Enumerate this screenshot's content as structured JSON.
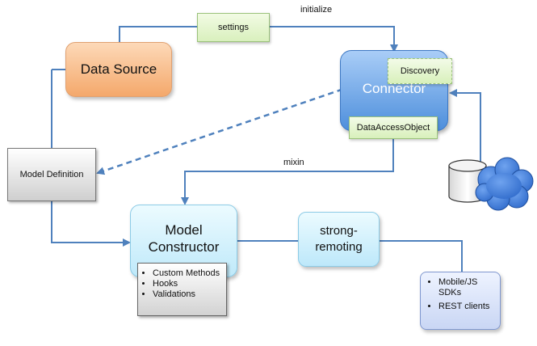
{
  "labels": {
    "initialize": "initialize",
    "mixin": "mixin"
  },
  "boxes": {
    "data_source": "Data Source",
    "settings": "settings",
    "connector": "Connector",
    "discovery": "Discovery",
    "dao": "DataAccessObject",
    "model_definition": "Model Definition",
    "model_constructor_line1": "Model",
    "model_constructor_line2": "Constructor",
    "strong_remoting_line1": "strong-",
    "strong_remoting_line2": "remoting"
  },
  "constructor_features": [
    "Custom Methods",
    "Hooks",
    "Validations"
  ],
  "client_types": [
    "Mobile/JS SDKs",
    "REST clients"
  ],
  "colors": {
    "arrow": "#4f81bd",
    "data_source": "#f4a86b",
    "connector": "#4e8fdc",
    "settings": "#d9f0bd",
    "cloud": "#3b78d8"
  },
  "icons": [
    "database-cylinder-icon",
    "cloud-icon"
  ]
}
